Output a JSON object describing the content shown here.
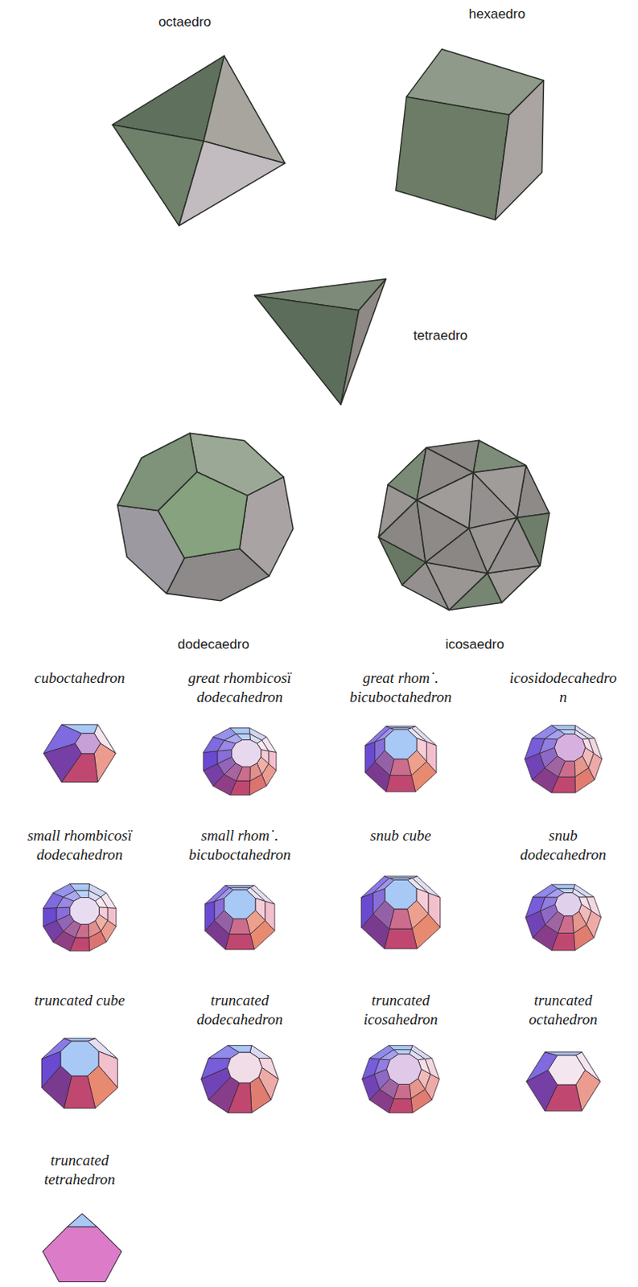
{
  "diagram": {
    "labels": [
      "octaedro",
      "hexaedro",
      "tetraedro",
      "dodecaedro",
      "icosaedro",
      "cuboctahedron",
      "great rhombicosï dodecahedron",
      "great rhom˙. bicuboctahedron",
      "icosidodecahedro n",
      "small rhombicosï dodecahedron",
      "small rhom˙. bicuboctahedron",
      "snub cube",
      "snub dodecahedron",
      "truncated cube",
      "truncated dodecahedron",
      "truncated icosahedron",
      "truncated octahedron",
      "truncated tetrahedron"
    ]
  }
}
